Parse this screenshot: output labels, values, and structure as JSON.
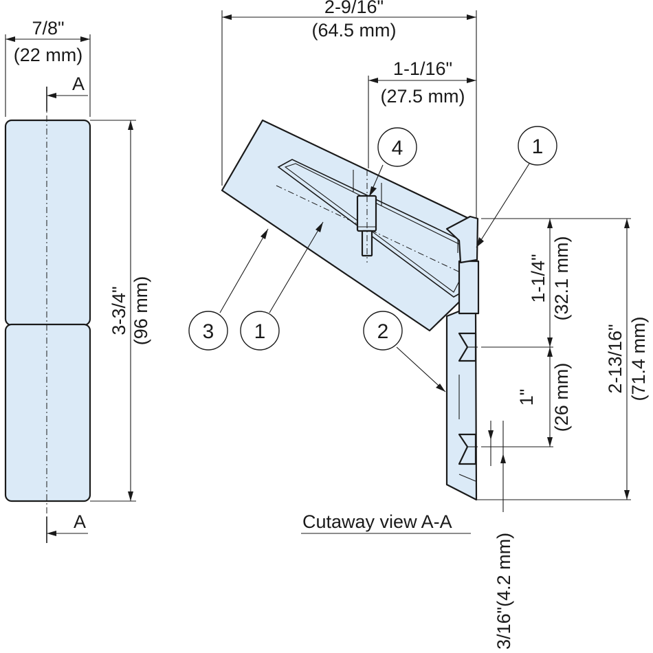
{
  "dimensions": {
    "front_width_in": "7/8\"",
    "front_width_mm": "(22 mm)",
    "front_height_in": "3-3/4\"",
    "front_height_mm": "(96 mm)",
    "overall_width_in": "2-9/16\"",
    "overall_width_mm": "(64.5 mm)",
    "offset_in": "1-1/16\"",
    "offset_mm": "(27.5 mm)",
    "upper_spacing_in": "1-1/4\"",
    "upper_spacing_mm": "(32.1 mm)",
    "total_height_in": "2-13/16\"",
    "total_height_mm": "(71.4 mm)",
    "lower_spacing_in": "1\"",
    "lower_spacing_mm": "(26 mm)",
    "hole_dia": "3/16\"(4.2 mm)"
  },
  "section_marks": {
    "top": "A",
    "bottom": "A"
  },
  "caption": "Cutaway view A-A",
  "callouts": {
    "c1_upper": "1",
    "c4": "4",
    "c3": "3",
    "c1_lower": "1",
    "c2": "2"
  },
  "colors": {
    "part_fill": "#dbeaf7",
    "line": "#1a1a1a"
  }
}
